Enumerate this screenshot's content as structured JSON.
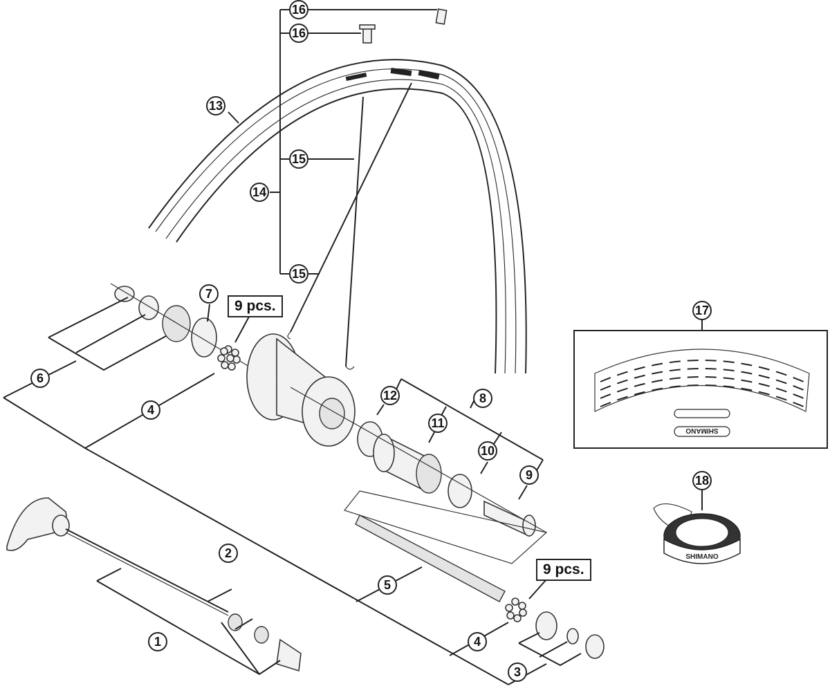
{
  "diagram": {
    "title": "Rear wheel exploded view",
    "callouts": [
      "1",
      "2",
      "3",
      "4",
      "4",
      "5",
      "6",
      "7",
      "8",
      "9",
      "10",
      "11",
      "12",
      "13",
      "14",
      "15",
      "15",
      "16",
      "16",
      "17",
      "18"
    ],
    "notes": {
      "balls_top": "9 pcs.",
      "balls_bottom": "9 pcs."
    },
    "branding": {
      "sticker_logo": "SHIMANO",
      "rim_tape_logo": "SHIMANO"
    }
  }
}
